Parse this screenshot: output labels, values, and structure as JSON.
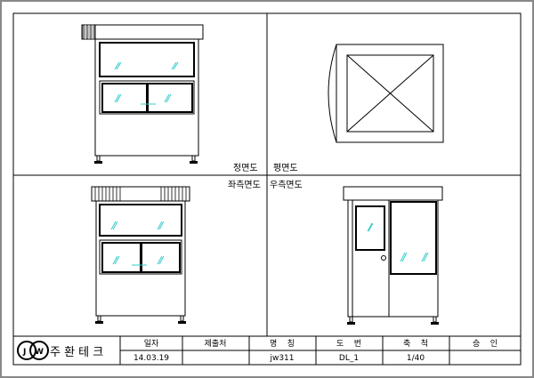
{
  "views": {
    "front": "정면도",
    "plan": "평면도",
    "left_side": "좌측면도",
    "right_side": "우측면도"
  },
  "title_block": {
    "company": "주 환 테 크",
    "logo_text": "JW",
    "headers": [
      "일자",
      "제출처",
      "명    칭",
      "도    번",
      "축    척",
      "승    인"
    ],
    "values": [
      "14.03.19",
      "",
      "jw311",
      "DL_1",
      "1/40",
      ""
    ]
  },
  "colors": {
    "line": "#000000",
    "glass": "#33cccc",
    "frame": "#808080"
  }
}
